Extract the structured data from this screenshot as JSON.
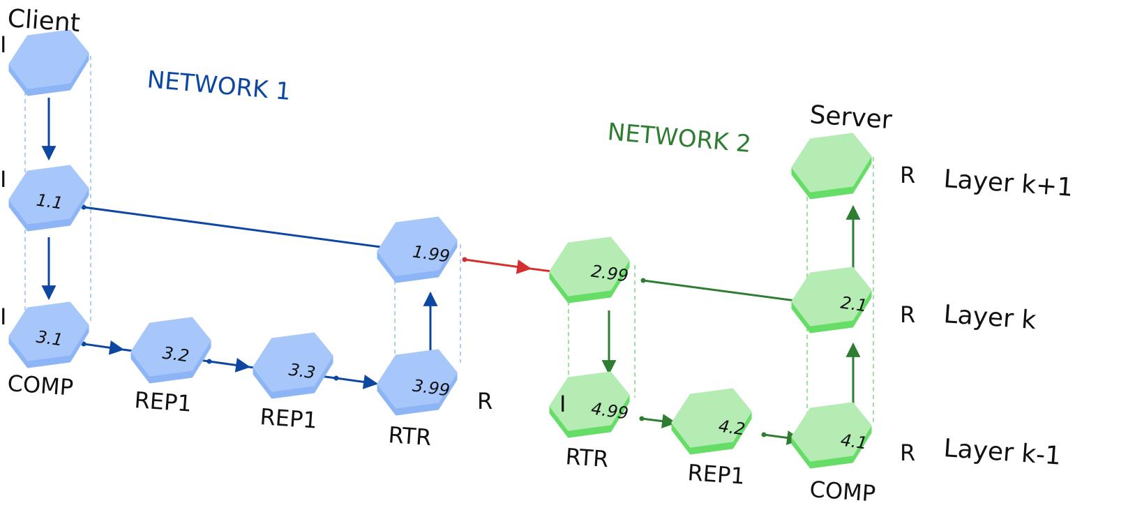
{
  "title_client": "Client",
  "title_server": "Server",
  "network1_label": "NETWORK 1",
  "network2_label": "NETWORK 2",
  "layers": {
    "top": "Layer k+1",
    "mid": "Layer k",
    "bottom": "Layer k-1"
  },
  "colors": {
    "net1_node_top": "#a7c7fb",
    "net1_node_side": "#8db5f6",
    "net1_edge": "#0d47a1",
    "net1_guide": "#90bdf5",
    "net2_node_top": "#b4ecb4",
    "net2_node_side": "#66dd66",
    "net2_edge": "#2e7d32",
    "net2_guide": "#7fd67f",
    "cross_edge": "#d32f2f",
    "net1_text": "#0d47a1",
    "net2_text": "#2e7d32"
  },
  "nodes": {
    "client": {
      "label": "",
      "role": "I"
    },
    "n1_1": {
      "label": "1.1",
      "role": "I"
    },
    "n3_1": {
      "label": "3.1",
      "role": "I",
      "caption": "COMP"
    },
    "n3_2": {
      "label": "3.2",
      "caption": "REP1"
    },
    "n3_3": {
      "label": "3.3",
      "caption": "REP1"
    },
    "n3_99": {
      "label": "3.99",
      "role": "R",
      "caption": "RTR"
    },
    "n1_99": {
      "label": "1.99"
    },
    "n2_99": {
      "label": "2.99"
    },
    "n4_99": {
      "label": "4.99",
      "role": "I",
      "caption": "RTR"
    },
    "n4_2": {
      "label": "4.2",
      "caption": "REP1"
    },
    "n4_1": {
      "label": "4.1",
      "role": "R",
      "caption": "COMP"
    },
    "n2_1": {
      "label": "2.1",
      "role": "R"
    },
    "server": {
      "label": "",
      "role": "R"
    }
  }
}
